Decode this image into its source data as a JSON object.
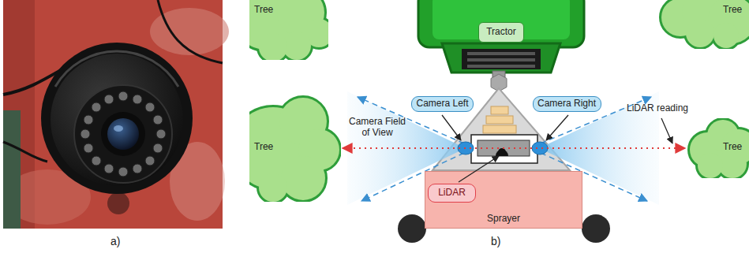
{
  "diagram": {
    "nodes": [
      {
        "text": [
          "Tree"
        ]
      },
      {
        "text": [
          "Tractor"
        ]
      },
      {
        "text": [
          "Tree"
        ]
      },
      {
        "text": [
          "Camera Left"
        ]
      },
      {
        "text": [
          "Camera Right"
        ]
      },
      {
        "text": [
          "Tree"
        ]
      },
      {
        "text": [
          "Tree"
        ]
      },
      {
        "text": [
          "Sprayer"
        ]
      },
      {
        "text": [
          "LiDAR"
        ],
        "in": 7
      }
    ],
    "edges": [
      {
        "from": 5,
        "to": 6,
        "arrow": "both"
      }
    ],
    "labels": [
      "a)",
      "Camera Field of View",
      "LiDAR reading",
      "b)"
    ]
  }
}
